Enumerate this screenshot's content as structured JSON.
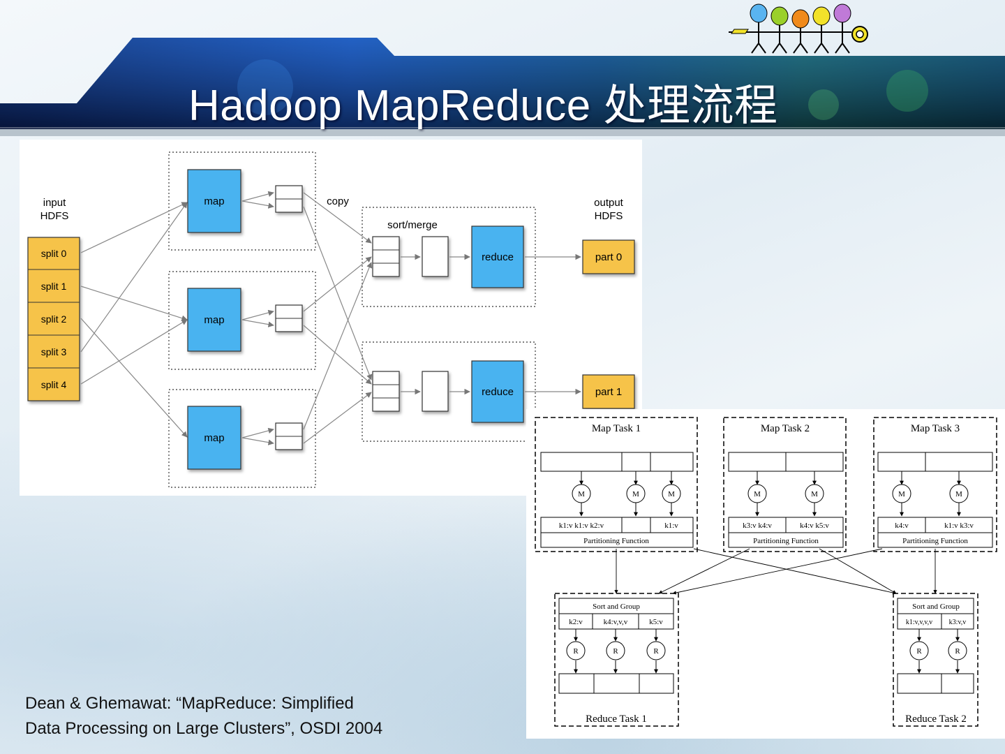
{
  "slide": {
    "title_latin": "Hadoop MapReduce",
    "title_cjk": "处理流程",
    "citation_line1": "Dean & Ghemawat: “MapReduce: Simplified",
    "citation_line2": "Data Processing on Large Clusters”, OSDI 2004"
  },
  "logo": {
    "icon": "people-logo-icon",
    "head_colors": [
      "#59b4f0",
      "#9ad02a",
      "#f08a1c",
      "#f2e22a",
      "#c07ad8"
    ]
  },
  "top_diagram": {
    "input_label_1": "input",
    "input_label_2": "HDFS",
    "splits": [
      "split 0",
      "split 1",
      "split 2",
      "split 3",
      "split 4"
    ],
    "map_label": "map",
    "copy_label": "copy",
    "sort_merge_label": "sort/merge",
    "reduce_label": "reduce",
    "output_label_1": "output",
    "output_label_2": "HDFS",
    "parts": [
      "part 0",
      "part 1"
    ],
    "colors": {
      "split": "#f6c34a",
      "map": "#4ab3f0",
      "part": "#f6c34a"
    }
  },
  "bottom_diagram": {
    "map_tasks": [
      {
        "title": "Map Task 1",
        "pairs": [
          "k1:v k1:v k2:v",
          "",
          "k1:v"
        ],
        "mapper": "M"
      },
      {
        "title": "Map Task 2",
        "pairs": [
          "k3:v k4:v",
          "k4:v k5:v"
        ],
        "mapper": "M"
      },
      {
        "title": "Map Task 3",
        "pairs": [
          "k4:v",
          "k1:v k3:v"
        ],
        "mapper": "M"
      }
    ],
    "partitioning_label": "Partitioning Function",
    "reduce_tasks": [
      {
        "title": "Reduce Task 1",
        "group_label": "Sort and Group",
        "groups": [
          "k2:v",
          "k4:v,v,v",
          "k5:v"
        ],
        "reducer": "R"
      },
      {
        "title": "Reduce Task 2",
        "group_label": "Sort and Group",
        "groups": [
          "k1:v,v,v,v",
          "k3:v,v"
        ],
        "reducer": "R"
      }
    ]
  }
}
